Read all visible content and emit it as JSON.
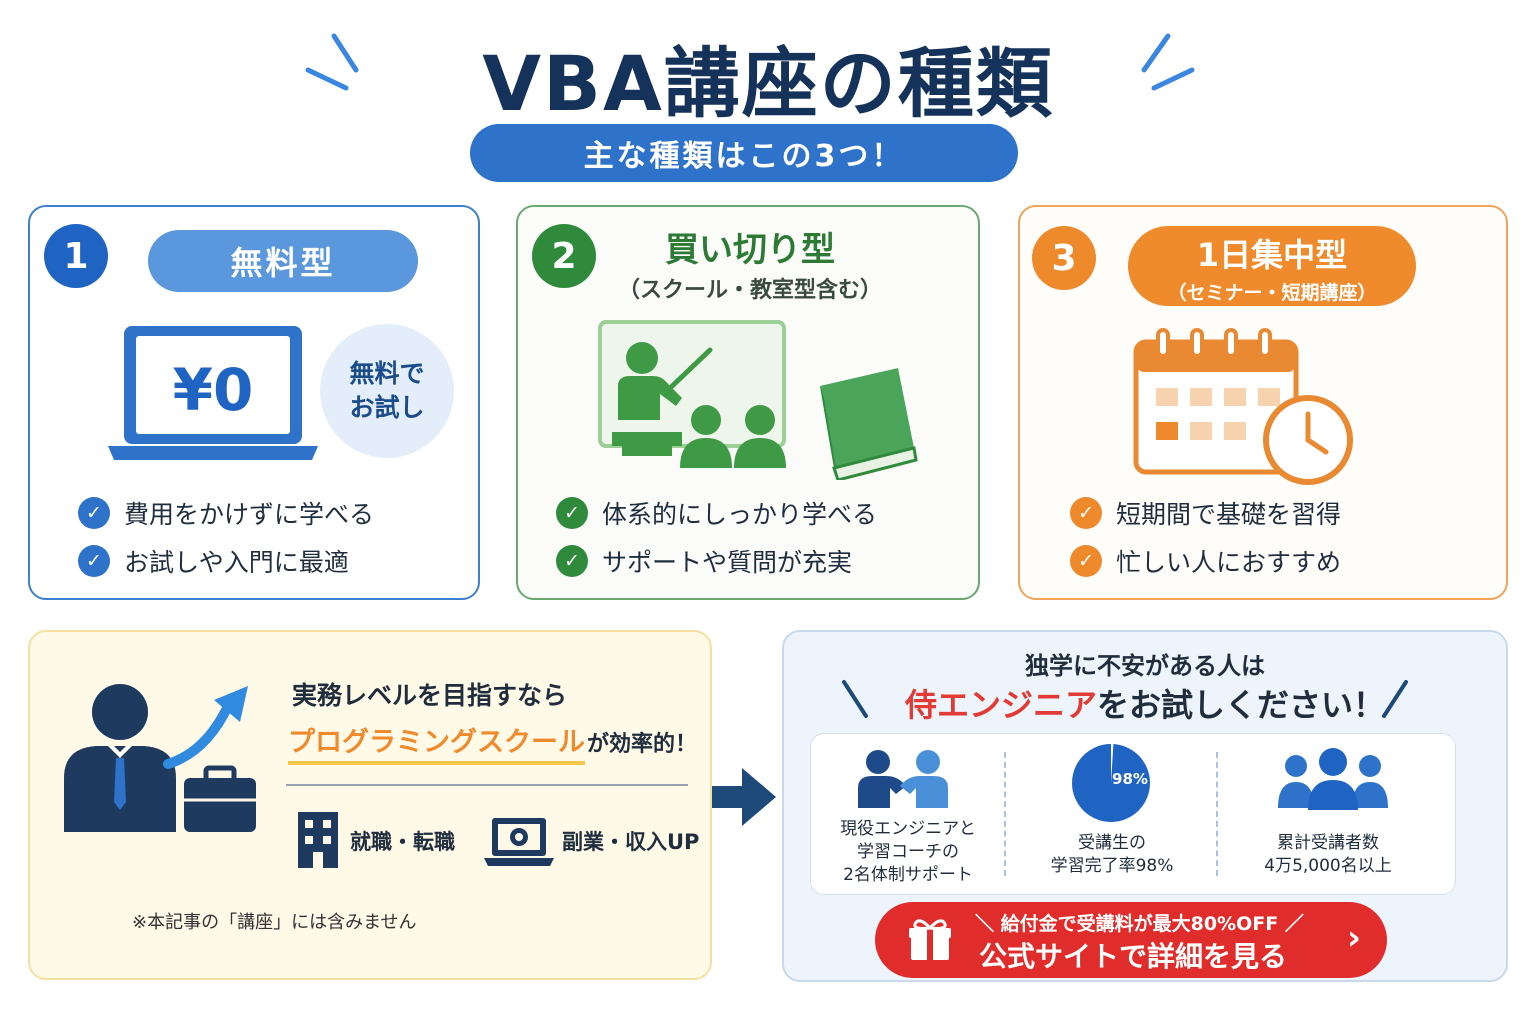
{
  "title": "VBA講座の種類",
  "subtitle": "主な種類はこの3つ！",
  "colors": {
    "navy": "#14325a",
    "blue": "#1f63c3",
    "green": "#2f8a3c",
    "orange": "#ee8a2c",
    "red": "#e02c2a"
  },
  "cards": [
    {
      "number": "1",
      "label": "無料型",
      "price": "¥0",
      "bubble_line1": "無料で",
      "bubble_line2": "お試し",
      "features": [
        "費用をかけずに学べる",
        "お試しや入門に最適"
      ],
      "icon": "laptop-icon"
    },
    {
      "number": "2",
      "label": "買い切り型",
      "sublabel": "（スクール・教室型含む）",
      "features": [
        "体系的にしっかり学べる",
        "サポートや質問が充実"
      ],
      "icon": "classroom-icon"
    },
    {
      "number": "3",
      "label": "1日集中型",
      "sublabel": "（セミナー・短期講座）",
      "features": [
        "短期間で基礎を習得",
        "忙しい人におすすめ"
      ],
      "icon": "calendar-clock-icon"
    }
  ],
  "school": {
    "line1": "実務レベルを目指すなら",
    "highlight": "プログラミングスクール",
    "suffix": "が効率的！",
    "item1": "就職・転職",
    "item2": "副業・収入UP",
    "note": "※本記事の「講座」には含みません"
  },
  "promo": {
    "line1": "独学に不安がある人は",
    "brand": "侍エンジニア",
    "line2_suffix": "をお試しください！",
    "pie_label": "98%",
    "stats": [
      {
        "l1": "現役エンジニアと",
        "l2": "学習コーチの",
        "l3": "2名体制サポート"
      },
      {
        "l1": "受講生の",
        "l2": "学習完了率98%"
      },
      {
        "l1": "累計受講者数",
        "l2": "4万5,000名以上"
      }
    ],
    "cta_line1": "＼ 給付金で受講料が最大80%OFF ／",
    "cta_line2": "公式サイトで詳細を見る",
    "cta_chevron": "›"
  }
}
